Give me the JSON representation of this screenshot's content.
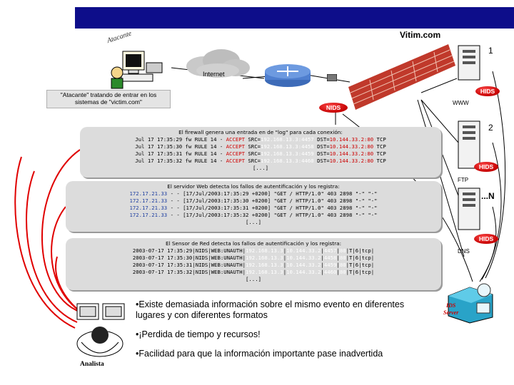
{
  "header": {
    "site_title": "Vitim.com"
  },
  "labels": {
    "atacante": "Atacante",
    "internet": "Internet",
    "attacker_note_line1": "\"Atacante\" tratando de entrar en los",
    "attacker_note_line2": "sistemas de \"victim.com\"",
    "analista": "Analista",
    "ids_server_line1": "IDS",
    "ids_server_line2": "Server"
  },
  "badges": {
    "nids": "NIDS",
    "hids_1": "HIDS",
    "hids_2": "HIDS",
    "hids_n": "HIDS"
  },
  "servers": {
    "num_1": "1",
    "num_2": "2",
    "num_n": "...N",
    "www": "WWW",
    "ftp": "FTP",
    "dns": "DNS"
  },
  "firewall_log": {
    "header": "El firewall genera una entrada en de \"log\" para cada conexión:",
    "lines": [
      {
        "pre": "Jul 17 17:35:29 fw RULE 14 - ",
        "accept": "ACCEPT",
        "src": " SRC=",
        "src_ip": "192.168.13.3:4457",
        "dst": " DST=",
        "dst_ip": "10.144.33.2:80",
        "post": " TCP"
      },
      {
        "pre": "Jul 17 17:35:30 fw RULE 14 - ",
        "accept": "ACCEPT",
        "src": " SRC=",
        "src_ip": "192.168.13.3:4458",
        "dst": " DST=",
        "dst_ip": "10.144.33.2:80",
        "post": " TCP"
      },
      {
        "pre": "Jul 17 17:35:31 fw RULE 14 - ",
        "accept": "ACCEPT",
        "src": " SRC=",
        "src_ip": "192.168.13.3:4459",
        "dst": " DST=",
        "dst_ip": "10.144.33.2:80",
        "post": " TCP"
      },
      {
        "pre": "Jul 17 17:35:32 fw RULE 14 - ",
        "accept": "ACCEPT",
        "src": " SRC=",
        "src_ip": "192.168.13.3:4460",
        "dst": " DST=",
        "dst_ip": "10.144.33.2:80",
        "post": " TCP"
      }
    ],
    "ellipsis": "[...]"
  },
  "web_log": {
    "header": "El servidor Web detecta los fallos de autentificación y los registra:",
    "lines": [
      {
        "ip": "172.17.21.33",
        "rest": " - - [17/Jul/2003:17:35:29 +0200] \"GET / HTTP/1.0\" 403 2898 \"-\" \"-\""
      },
      {
        "ip": "172.17.21.33",
        "rest": " - - [17/Jul/2003:17:35:30 +0200] \"GET / HTTP/1.0\" 403 2898 \"-\" \"-\""
      },
      {
        "ip": "172.17.21.33",
        "rest": " - - [17/Jul/2003:17:35:31 +0200] \"GET / HTTP/1.0\" 403 2898 \"-\" \"-\""
      },
      {
        "ip": "172.17.21.33",
        "rest": " - - [17/Jul/2003:17:35:32 +0200] \"GET / HTTP/1.0\" 403 2898 \"-\" \"-\""
      }
    ],
    "ellipsis": "[...]"
  },
  "nids_log": {
    "header": "El Sensor de Red detecta los fallos de autentificación y los registra:",
    "lines": [
      {
        "pre": "2003-07-17 17:35:29|NIDS|WEB:UNAUTH|",
        "src": "192.168.13.3",
        "sep": "|",
        "dst": "10.144.33.2",
        "sep2": "|",
        "sport": "4457",
        "sep3": "|",
        "dport": "80",
        "post": "|T|6|tcp|"
      },
      {
        "pre": "2003-07-17 17:35:30|NIDS|WEB:UNAUTH|",
        "src": "192.168.13.3",
        "sep": "|",
        "dst": "10.144.33.2",
        "sep2": "|",
        "sport": "4458",
        "sep3": "|",
        "dport": "80",
        "post": "|T|6|tcp|"
      },
      {
        "pre": "2003-07-17 17:35:31|NIDS|WEB:UNAUTH|",
        "src": "192.168.13.3",
        "sep": "|",
        "dst": "10.144.33.2",
        "sep2": "|",
        "sport": "4459",
        "sep3": "|",
        "dport": "80",
        "post": "|T|6|tcp|"
      },
      {
        "pre": "2003-07-17 17:35:32|NIDS|WEB:UNAUTH|",
        "src": "192.168.13.3",
        "sep": "|",
        "dst": "10.144.33.2",
        "sep2": "|",
        "sport": "4460",
        "sep3": "|",
        "dport": "80",
        "post": "|T|6|tcp|"
      }
    ],
    "ellipsis": "[...]"
  },
  "bullets": [
    "•Existe demasiada información sobre el mismo evento en diferentes lugares y con diferentes formatos",
    "•¡Perdida de tiempo y recursos!",
    "•Facilidad para que la información importante pase inadvertida"
  ],
  "colors": {
    "top_bar": "#0d0d8a",
    "badge_red": "#c40000",
    "arrow_red": "#e00000",
    "ip_blue": "#1f3fa0"
  },
  "icons": [
    "computer-icon",
    "cloud-icon",
    "router-icon",
    "firewall-icon",
    "server-icon",
    "analyst-icon",
    "ids-server-icon"
  ]
}
